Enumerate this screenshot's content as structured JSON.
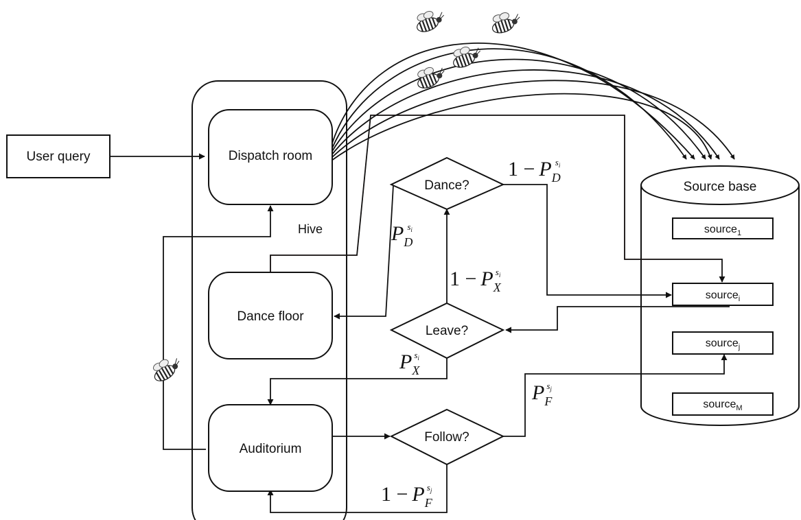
{
  "nodes": {
    "user_query": "User query",
    "dispatch_room": "Dispatch room",
    "hive": "Hive",
    "dance_floor": "Dance floor",
    "auditorium": "Auditorium",
    "dance_decision": "Dance?",
    "leave_decision": "Leave?",
    "follow_decision": "Follow?",
    "source_base": "Source base"
  },
  "sources": [
    {
      "base": "source",
      "sub": "1"
    },
    {
      "base": "source",
      "sub": "i"
    },
    {
      "base": "source",
      "sub": "j"
    },
    {
      "base": "source",
      "sub": "M"
    }
  ],
  "probabilities": {
    "one_minus": "1 −",
    "p": "P",
    "dance": {
      "sub": "D",
      "sup_base": "s",
      "sup_sub": "i"
    },
    "leave": {
      "sub": "X",
      "sup_base": "s",
      "sup_sub": "i"
    },
    "follow": {
      "sub": "F",
      "sup_base": "s",
      "sup_sub": "j"
    }
  },
  "colors": {
    "stroke": "#111111",
    "accent_line": "#c23a2b",
    "background": "#ffffff"
  },
  "icons": [
    "bee-icon"
  ]
}
